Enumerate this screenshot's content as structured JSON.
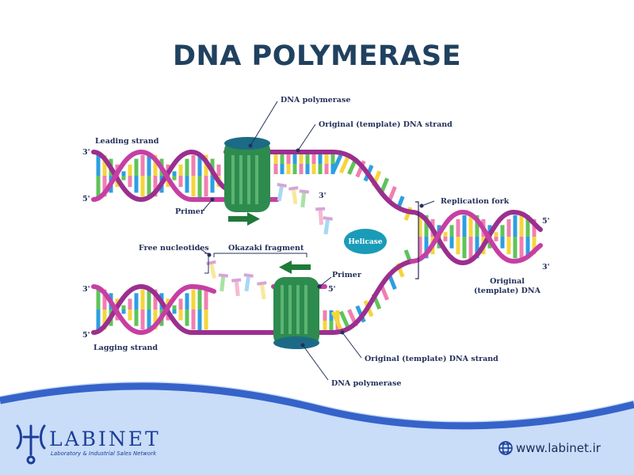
{
  "title": "DNA POLYMERASE",
  "labels": {
    "dna_polymerase_top": "DNA polymerase",
    "original_template_top": "Original (template) DNA strand",
    "leading_strand": "Leading strand",
    "primer_top": "Primer",
    "replication_fork": "Replication fork",
    "helicase": "Helicase",
    "free_nucleotides": "Free nucleotides",
    "okazaki_fragment": "Okazaki fragment",
    "primer_bottom": "Primer",
    "original_template_dna_line1": "Original",
    "original_template_dna_line2": "(template) DNA",
    "lagging_strand": "Lagging strand",
    "original_template_bottom": "Original (template) DNA strand",
    "dna_polymerase_bottom": "DNA polymerase"
  },
  "ends": {
    "top_left_3": "3'",
    "top_left_5": "5'",
    "top_mid_3": "3'",
    "right_5": "5'",
    "right_3": "3'",
    "bottom_left_3": "3'",
    "bottom_mid_5": "5'",
    "bottom_left_5": "5'"
  },
  "footer": {
    "brand": "LABINET",
    "tagline": "Laboratory & Industrial Sales Network",
    "url": "www.labinet.ir"
  },
  "colors": {
    "backbone_purple": "#9b2f8f",
    "backbone_magenta": "#c63fa4",
    "base_blue": "#2d9fe0",
    "base_yellow": "#f4d53c",
    "base_green": "#5fc35a",
    "base_pink": "#f07fb0",
    "polymerase_green": "#2e8b4e",
    "helicase_teal": "#1a9bb8",
    "arrow_green": "#1f7a3a",
    "wave_light": "#c9dcf8",
    "wave_dark": "#3563c9",
    "title": "#20415f"
  },
  "icons": [
    "labinet-logo-icon",
    "globe-icon",
    "arrow-right-icon",
    "arrow-left-icon"
  ]
}
